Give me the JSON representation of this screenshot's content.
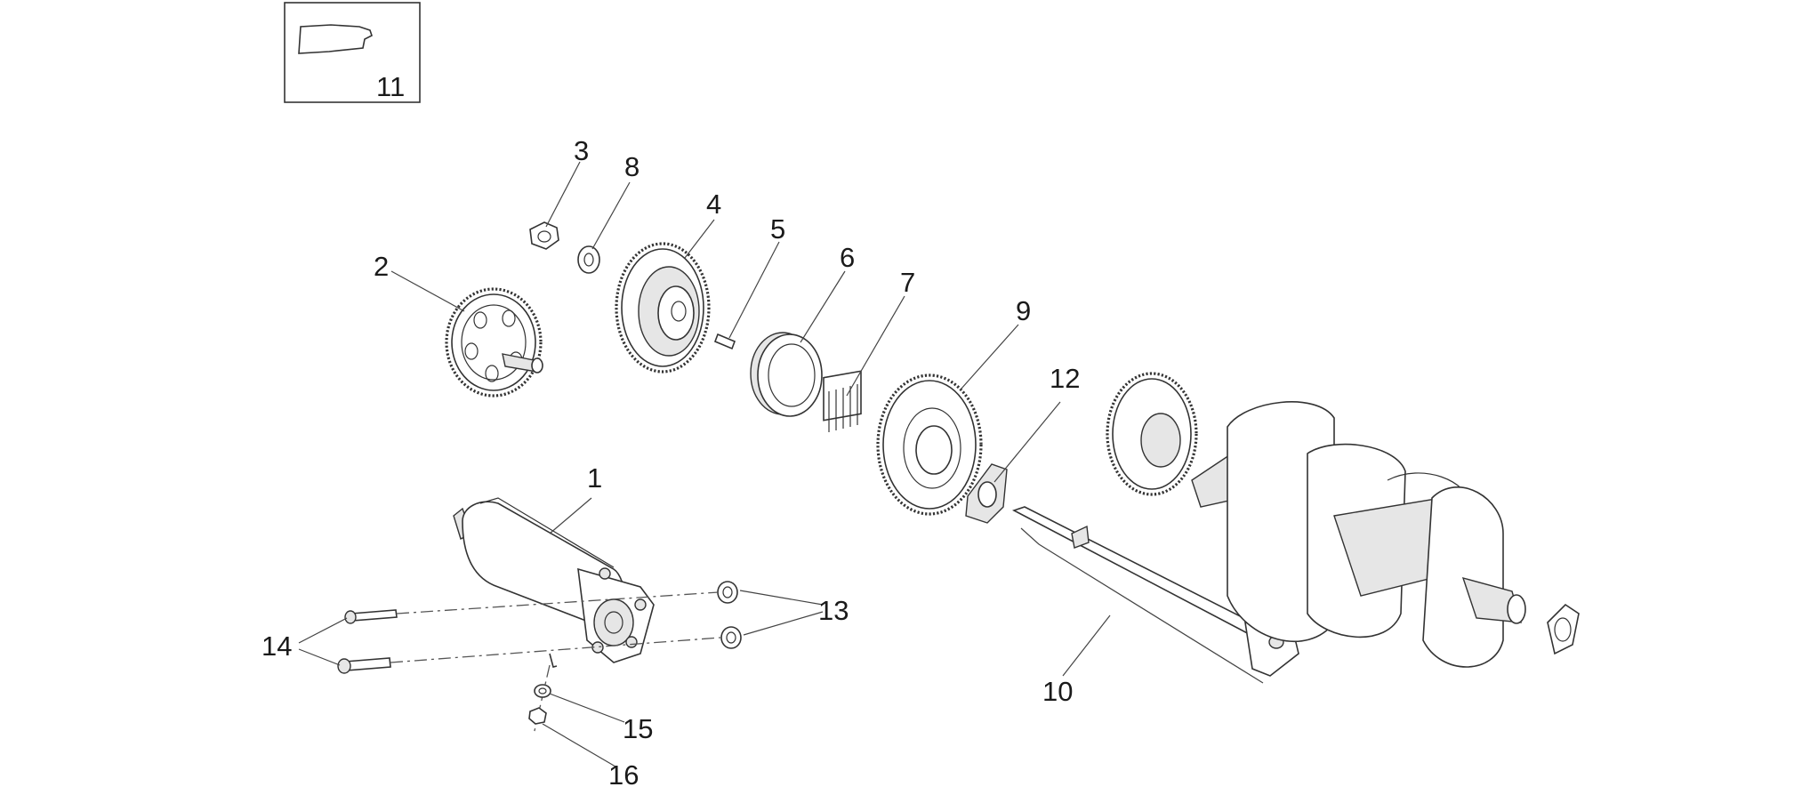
{
  "diagram": {
    "part_labels": [
      "1",
      "2",
      "3",
      "4",
      "5",
      "6",
      "7",
      "8",
      "9",
      "10",
      "11",
      "12",
      "13",
      "14",
      "15",
      "16"
    ],
    "colors": {
      "line": "#333333",
      "background": "#ffffff",
      "shade": "#e6e6e6"
    },
    "icons": [
      "tool-icon"
    ]
  }
}
